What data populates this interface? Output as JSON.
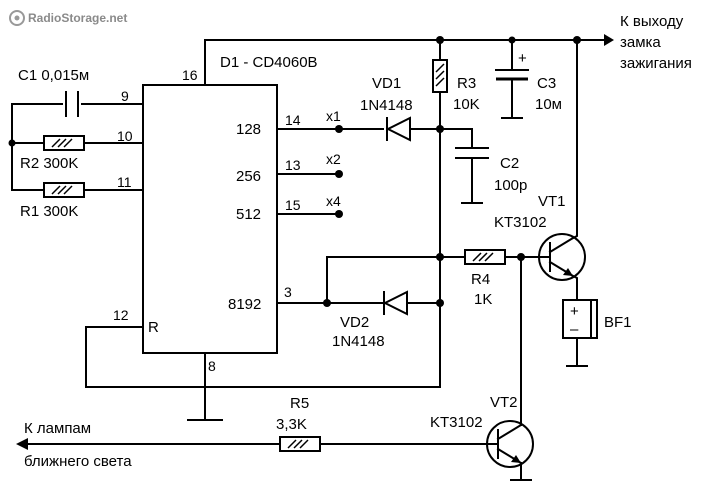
{
  "watermark": "RadioStorage.net",
  "chip": {
    "title": "D1 - CD4060B",
    "pins": {
      "p16": "16",
      "p9": "9",
      "p10": "10",
      "p11": "11",
      "p12": "12",
      "p8": "8",
      "p14": "14",
      "p13": "13",
      "p15": "15",
      "p3": "3"
    },
    "outputs": {
      "o128": "128",
      "o256": "256",
      "o512": "512",
      "o8192": "8192"
    },
    "reset": "R"
  },
  "components": {
    "c1": "C1 0,015м",
    "r2": "R2 300K",
    "r1": "R1 300K",
    "vd1_name": "VD1",
    "vd1_type": "1N4148",
    "vd2_name": "VD2",
    "vd2_type": "1N4148",
    "r3_name": "R3",
    "r3_val": "10K",
    "c3_name": "C3",
    "c3_val": "10м",
    "c3_plus": "+",
    "c2_name": "C2",
    "c2_val": "100p",
    "vt1_name": "VT1",
    "vt1_type": "KT3102",
    "r4_name": "R4",
    "r4_val": "1K",
    "bf1_name": "BF1",
    "bf1_plus": "+",
    "bf1_minus": "–",
    "r5_name": "R5",
    "r5_val": "3,3K",
    "vt2_name": "VT2",
    "vt2_type": "KT3102"
  },
  "taps": {
    "x1": "x1",
    "x2": "x2",
    "x4": "x4"
  },
  "labels": {
    "ignition_1": "К выходу",
    "ignition_2": "замка",
    "ignition_3": "зажигания",
    "lamps_1": "К лампам",
    "lamps_2": "ближнего света"
  }
}
